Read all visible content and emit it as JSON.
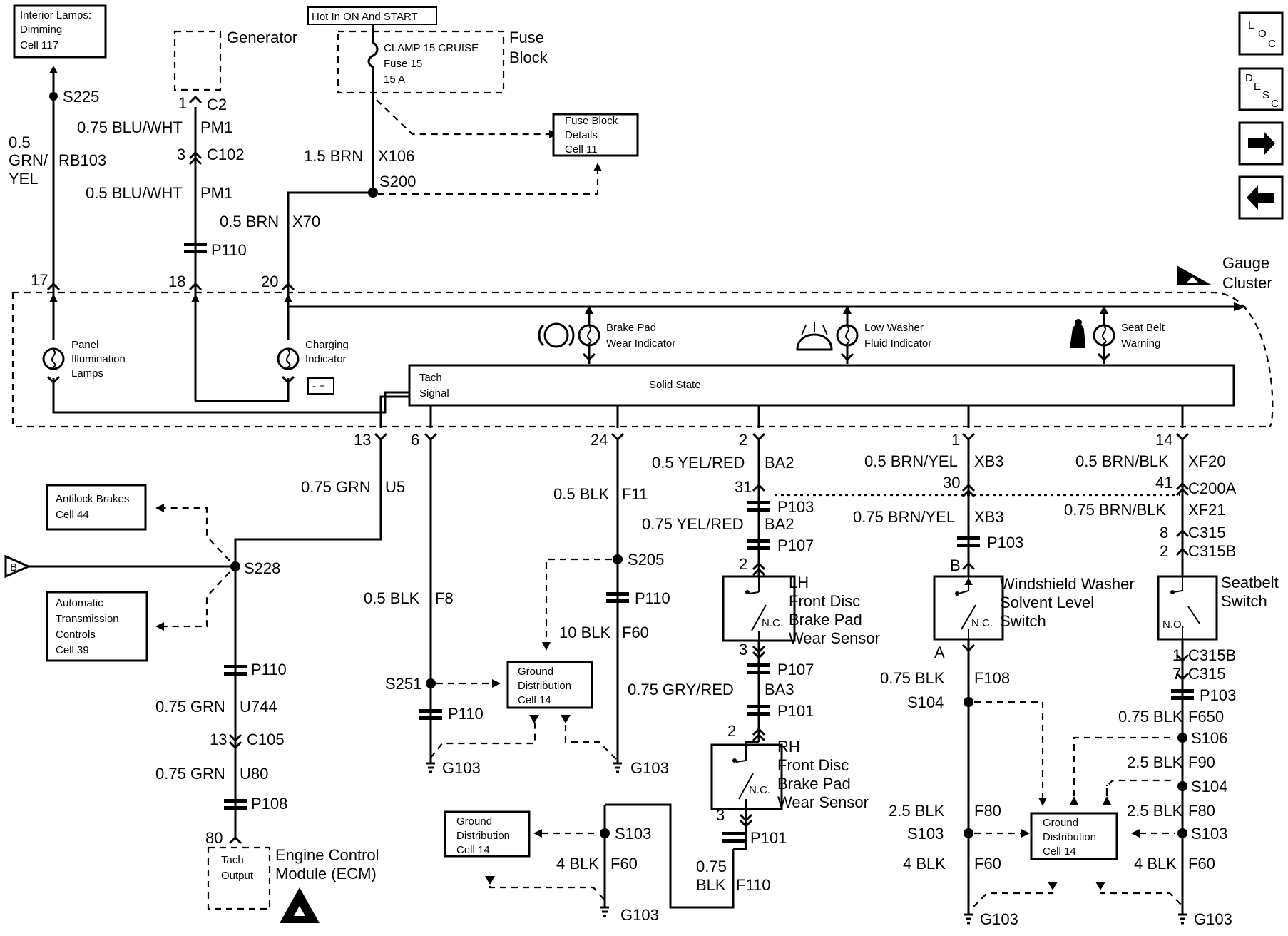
{
  "refs": {
    "interior_lamps": [
      "Interior Lamps:",
      "Dimming",
      "Cell 117"
    ],
    "hot_in": "Hot In ON And START",
    "fuse_block_details": [
      "Fuse Block",
      "Details",
      "Cell 11"
    ],
    "antilock": [
      "Antilock Brakes",
      "Cell 44"
    ],
    "auto_trans": [
      "Automatic",
      "Transmission",
      "Controls",
      "Cell 39"
    ],
    "gd_mid": [
      "Ground",
      "Distribution",
      "Cell 14"
    ],
    "gd_left": [
      "Ground",
      "Distribution",
      "Cell 14"
    ],
    "gd_right": [
      "Ground",
      "Distribution",
      "Cell 14"
    ]
  },
  "components": {
    "generator": "Generator",
    "fuse_block": [
      "Fuse",
      "Block"
    ],
    "fuse": [
      "CLAMP 15 CRUISE",
      "Fuse 15",
      "15 A"
    ],
    "gauge_cluster": [
      "Gauge",
      "Cluster"
    ],
    "panel_illum": [
      "Panel",
      "Illumination",
      "Lamps"
    ],
    "charging": [
      "Charging",
      "Indicator"
    ],
    "brake_pad": [
      "Brake Pad",
      "Wear Indicator"
    ],
    "low_washer": [
      "Low Washer",
      "Fluid Indicator"
    ],
    "seat_belt": [
      "Seat Belt",
      "Warning"
    ],
    "solid_state": "Solid State",
    "tach_signal": [
      "Tach",
      "Signal"
    ],
    "lh_sensor": [
      "LH",
      "Front Disc",
      "Brake Pad",
      "Wear Sensor"
    ],
    "rh_sensor": [
      "RH",
      "Front Disc",
      "Brake Pad",
      "Wear Sensor"
    ],
    "washer_switch": [
      "Windshield Washer",
      "Solvent Level",
      "Switch"
    ],
    "seatbelt_switch": [
      "Seatbelt",
      "Switch"
    ],
    "ecm": [
      "Engine Control",
      "Module (ECM)"
    ],
    "tach_output": [
      "Tach",
      "Output"
    ],
    "nc": "N.C.",
    "no": "N.O.",
    "connector_b": "B"
  },
  "wires": {
    "c1": [
      "0.5",
      "GRN/",
      "YEL",
      "RB103"
    ],
    "c2a": [
      "0.75 BLU/WHT",
      "PM1"
    ],
    "c2b": [
      "0.5 BLU/WHT",
      "PM1"
    ],
    "c3a": [
      "1.5 BRN",
      "X106"
    ],
    "c3b": [
      "0.5 BRN",
      "X70"
    ],
    "u5": [
      "0.75 GRN",
      "U5"
    ],
    "u744": [
      "0.75 GRN",
      "U744"
    ],
    "u80": [
      "0.75 GRN",
      "U80"
    ],
    "f8": [
      "0.5 BLK",
      "F8"
    ],
    "f11": [
      "0.5 BLK",
      "F11"
    ],
    "f60_mid": [
      "10 BLK",
      "F60"
    ],
    "ba2a": [
      "0.5  YEL/RED",
      "BA2"
    ],
    "ba2b": [
      "0.75  YEL/RED",
      "BA2"
    ],
    "ba3": [
      "0.75 GRY/RED",
      "BA3"
    ],
    "f110": [
      "0.75",
      "BLK",
      "F110"
    ],
    "xb3a": [
      "0.5 BRN/YEL",
      "XB3"
    ],
    "xb3b": [
      "0.75 BRN/YEL",
      "XB3"
    ],
    "f108": [
      "0.75 BLK",
      "F108"
    ],
    "f80_l": [
      "2.5 BLK",
      "F80"
    ],
    "f60_l": [
      "4 BLK",
      "F60"
    ],
    "f60_low": [
      "4 BLK",
      "F60"
    ],
    "xf20": [
      "0.5 BRN/BLK",
      "XF20"
    ],
    "xf21": [
      "0.75 BRN/BLK",
      "XF21"
    ],
    "f650": [
      "0.75 BLK",
      "F650"
    ],
    "f90": [
      "2.5 BLK",
      "F90"
    ],
    "f80_r": [
      "2.5 BLK",
      "F80"
    ],
    "f60_r": [
      "4 BLK",
      "F60"
    ]
  },
  "connectors": {
    "c2": [
      "1",
      "C2"
    ],
    "c102": [
      "3",
      "C102"
    ],
    "p110a": "P110",
    "pin17": "17",
    "pin18": "18",
    "pin20": "20",
    "pin13": "13",
    "pin6": "6",
    "pin24": "24",
    "pin2": "2",
    "pin1": "1",
    "pin14": "14",
    "c105": [
      "13",
      "C105"
    ],
    "p110b": "P110",
    "p108": "P108",
    "pin80": "80",
    "p110c": "P110",
    "p110d": "P110",
    "p103a": [
      "31",
      "P103"
    ],
    "p107a": "P107",
    "p107b": "P107",
    "p101a": "P101",
    "p101b": "P101",
    "lh_top": "2",
    "lh_bot": "3",
    "rh_top": "2",
    "rh_bot": "3",
    "xb3_30": "30",
    "p103b": "P103",
    "sw_b": "B",
    "sw_a": "A",
    "c200a": [
      "41",
      "C200A"
    ],
    "c315": [
      "8",
      "C315"
    ],
    "c315b": [
      "2",
      "C315B"
    ],
    "c315b2": [
      "1",
      "C315B"
    ],
    "c315_2": [
      "7",
      "C315"
    ],
    "p103c": "P103"
  },
  "splices": {
    "s225": "S225",
    "s200": "S200",
    "s228": "S228",
    "s251": "S251",
    "s205": "S205",
    "s103a": "S103",
    "s104a": "S104",
    "s103b": "S103",
    "s106": "S106",
    "s104b": "S104",
    "s103c": "S103"
  },
  "grounds": {
    "g103a": "G103",
    "g103b": "G103",
    "g103c": "G103",
    "g103d": "G103",
    "g103e": "G103"
  },
  "nav": {
    "loc": [
      "L",
      "O",
      "C"
    ],
    "desc": [
      "D",
      "E",
      "S",
      "C"
    ]
  }
}
